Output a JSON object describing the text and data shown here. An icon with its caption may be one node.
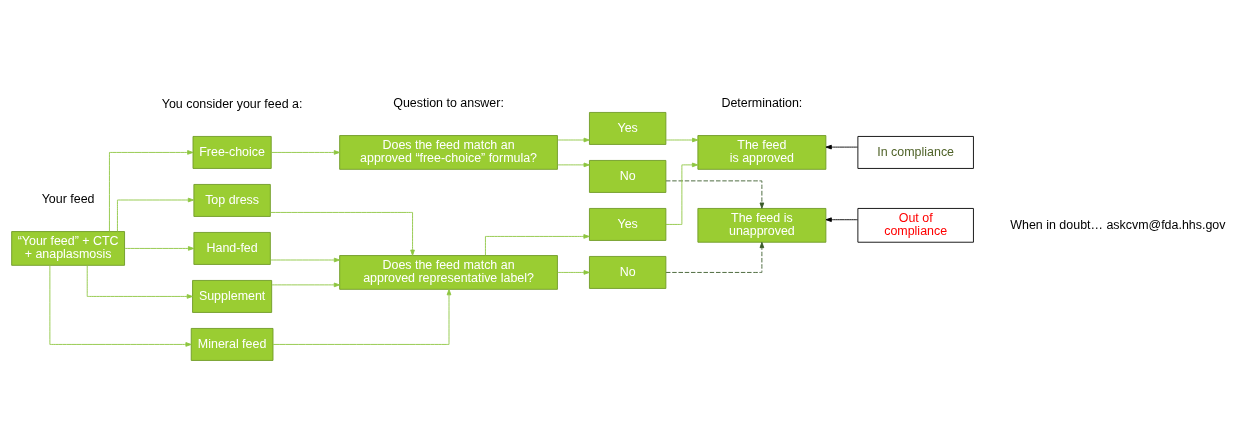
{
  "diagram": {
    "nodes": [
      {
        "text": [
          "“Your feed” + CTC + anaplasmosis"
        ]
      },
      {
        "text": [
          "Free-choice"
        ]
      },
      {
        "text": [
          "Mineral feed"
        ]
      },
      {
        "text": [
          "Top dress"
        ]
      },
      {
        "text": [
          "Hand-fed"
        ]
      },
      {
        "text": [
          "Supplement"
        ]
      },
      {
        "text": [
          "Does the feed match an approved “free-choice” formula?"
        ]
      },
      {
        "text": [
          "Does the feed match an approved representative label?"
        ]
      },
      {
        "text": [
          "Yes"
        ]
      },
      {
        "text": [
          "No"
        ]
      },
      {
        "text": [
          "Yes"
        ]
      },
      {
        "text": [
          "No"
        ]
      },
      {
        "text": [
          "The feed is approved"
        ]
      },
      {
        "text": [
          "The feed is unapproved"
        ]
      },
      {
        "text": [
          "In compliance"
        ]
      },
      {
        "text": [
          "Out of compliance"
        ]
      }
    ],
    "edges": [
      {
        "from": 0,
        "to": 1,
        "arrow": "to"
      },
      {
        "from": 0,
        "to": 2,
        "arrow": "to"
      },
      {
        "from": 0,
        "to": 3,
        "arrow": "to"
      },
      {
        "from": 0,
        "to": 4,
        "arrow": "to"
      },
      {
        "from": 0,
        "to": 5,
        "arrow": "to"
      },
      {
        "from": 1,
        "to": 6,
        "arrow": "to"
      },
      {
        "from": 2,
        "to": 7,
        "arrow": "to"
      },
      {
        "from": 3,
        "to": 7,
        "arrow": "to"
      },
      {
        "from": 4,
        "to": 7,
        "arrow": "to"
      },
      {
        "from": 5,
        "to": 7,
        "arrow": "to"
      },
      {
        "from": 6,
        "to": 8,
        "arrow": "to"
      },
      {
        "from": 6,
        "to": 9,
        "arrow": "to"
      },
      {
        "from": 7,
        "to": 10,
        "arrow": "to"
      },
      {
        "from": 7,
        "to": 11,
        "arrow": "to"
      },
      {
        "from": 8,
        "to": 12,
        "arrow": "to"
      },
      {
        "from": 10,
        "to": 12,
        "arrow": "to"
      },
      {
        "from": 9,
        "to": 13,
        "arrow": "to",
        "style": "dashed",
        "color": "#3a5a2a"
      },
      {
        "from": 11,
        "to": 13,
        "arrow": "to",
        "style": "dashed",
        "color": "#3a5a2a"
      },
      {
        "from": 14,
        "to": 12,
        "arrow": "to",
        "color": "#000000"
      },
      {
        "from": 15,
        "to": 13,
        "arrow": "to",
        "color": "#000000"
      }
    ],
    "labels": [
      "Your feed",
      "You consider your feed a:",
      "Question to answer:",
      "Determination:",
      "When in doubt… askcvm@fda.hhs.gov"
    ]
  }
}
